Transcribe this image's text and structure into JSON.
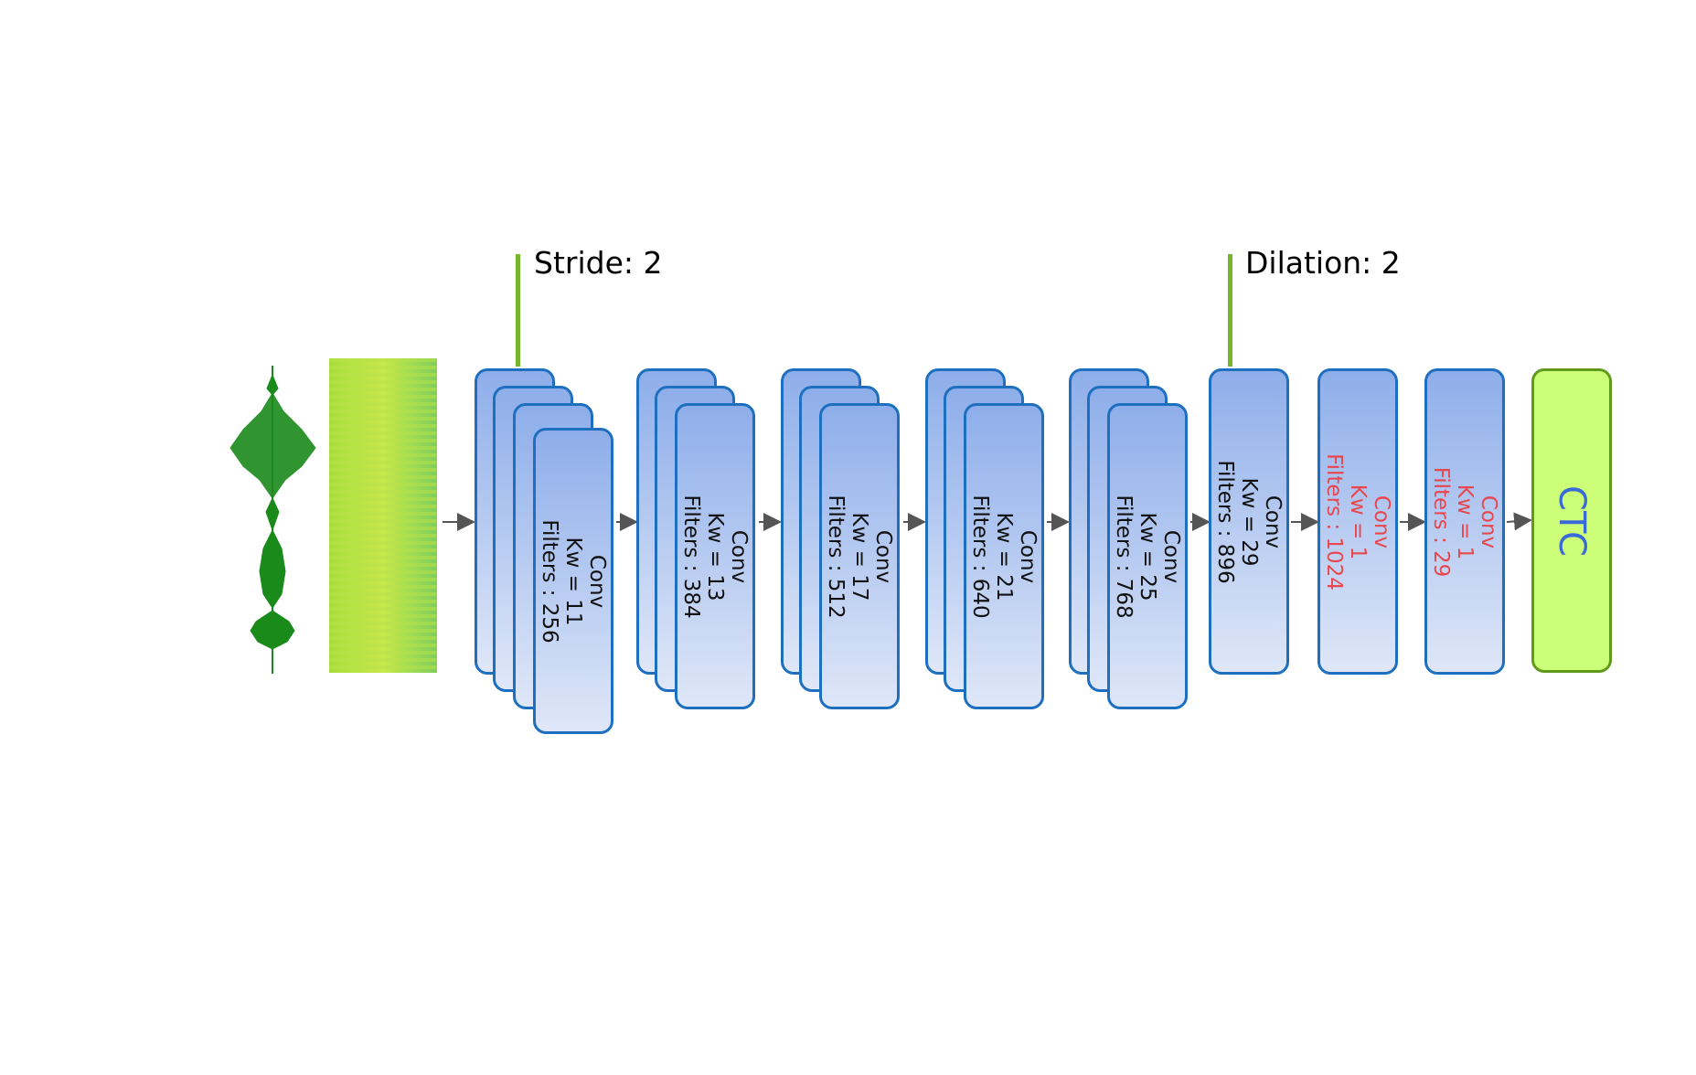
{
  "annotations": {
    "stride": "Stride: 2",
    "dilation": "Dilation: 2"
  },
  "blocks": [
    {
      "line1": "Conv",
      "line2": "Kw = 11",
      "line3": "Filters : 256"
    },
    {
      "line1": "Conv",
      "line2": "Kw = 13",
      "line3": "Filters : 384"
    },
    {
      "line1": "Conv",
      "line2": "Kw = 17",
      "line3": "Filters : 512"
    },
    {
      "line1": "Conv",
      "line2": "Kw = 21",
      "line3": "Filters : 640"
    },
    {
      "line1": "Conv",
      "line2": "Kw = 25",
      "line3": "Filters : 768"
    },
    {
      "line1": "Conv",
      "line2": "Kw = 29",
      "line3": "Filters : 896"
    },
    {
      "line1": "Conv",
      "line2": "Kw = 1",
      "line3": "Filters : 1024"
    },
    {
      "line1": "Conv",
      "line2": "Kw = 1",
      "line3": "Filters : 29"
    }
  ],
  "output": {
    "label": "CTC"
  },
  "colors": {
    "block_border": "#1e6fc0",
    "block_fill_top": "#8eaeea",
    "block_fill_bottom": "#dfe7f8",
    "highlight_text": "#e8474e",
    "annotation_line": "#77b82a",
    "ctc_fill": "#ccff77",
    "ctc_text": "#3a6ad8",
    "waveform": "#1a8a1a",
    "spectrogram": "#9bd94a"
  }
}
